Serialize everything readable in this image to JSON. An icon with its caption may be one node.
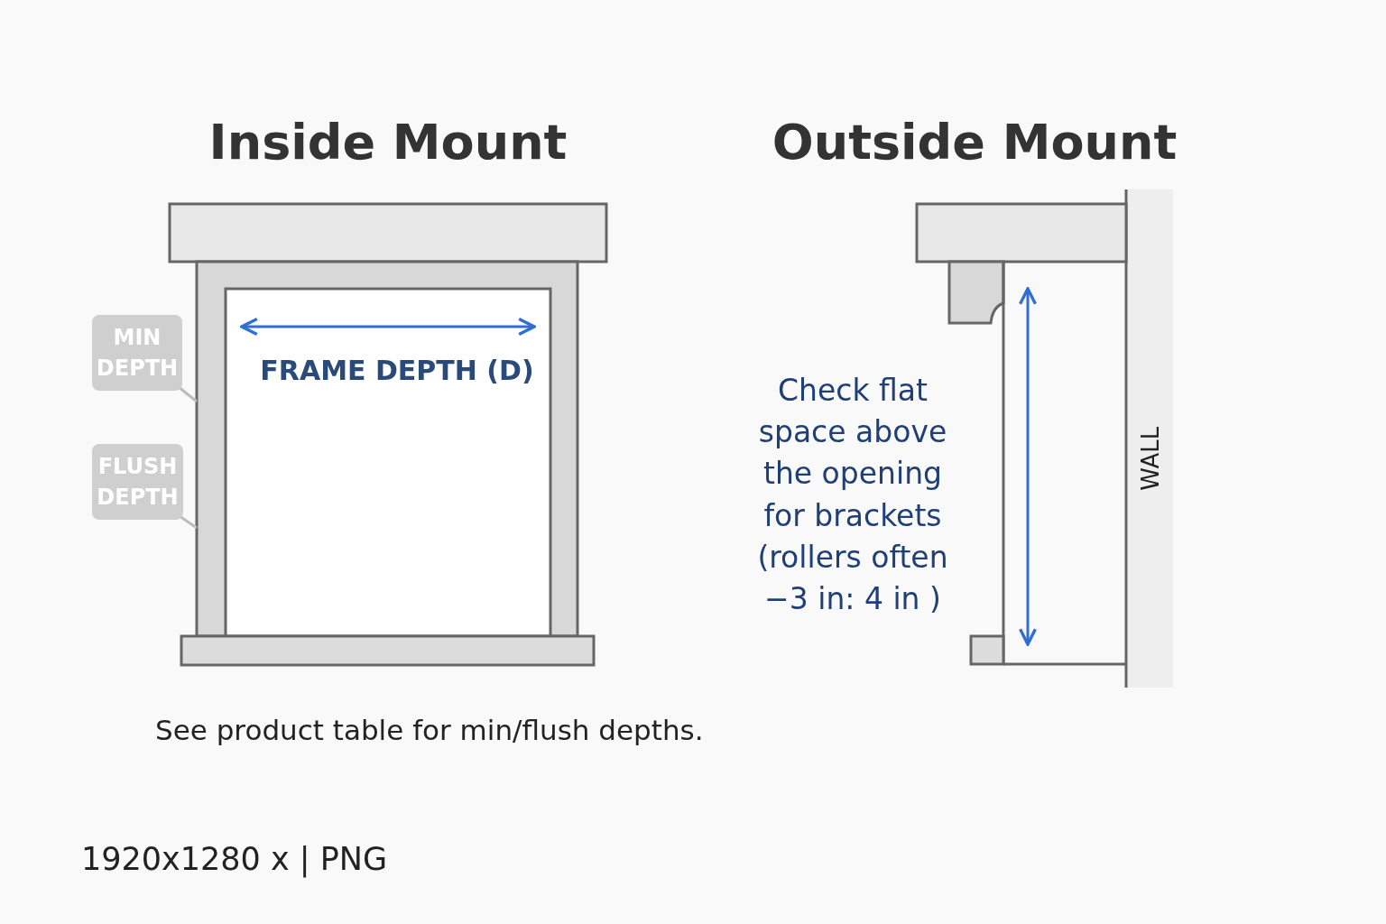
{
  "diagram": {
    "nodes": [
      {
        "text": [
          "MIN DEPTH"
        ]
      },
      {
        "text": [
          "FLUSH DEPTH"
        ]
      }
    ],
    "edges": [
      {
        "from": 0,
        "to": null,
        "arrow": "none"
      },
      {
        "from": 1,
        "to": null,
        "arrow": "none"
      }
    ],
    "labels": [
      "Inside Mount",
      "Outside Mount",
      "FRAME DEPTH (D)",
      "Check flat space above the opening for brackets (rollers often −3 in: 4 in )",
      "WALL",
      "See product table for min/flush depths.",
      "1920x1280 x | PNG"
    ]
  }
}
